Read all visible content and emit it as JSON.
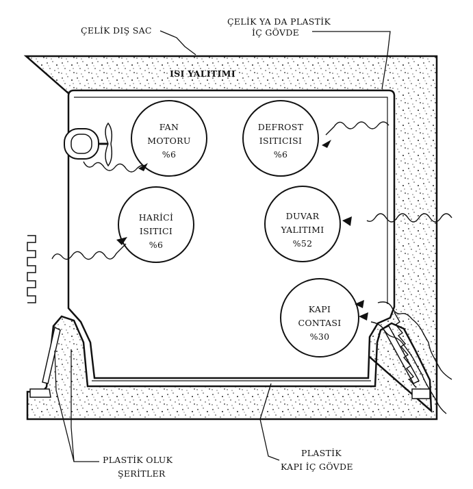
{
  "labels": {
    "outer_sheet": "ÇELİK DIŞ SAC",
    "inner_body_line1": "ÇELİK YA DA PLASTİK",
    "inner_body_line2": "İÇ GÖVDE",
    "insulation": "ISI YALITIMI",
    "gasket_strips_line1": "PLASTİK OLUK",
    "gasket_strips_line2": "ŞERİTLER",
    "door_inner_line1": "PLASTİK",
    "door_inner_line2": "KAPI İÇ GÖVDE"
  },
  "heat_sources": [
    {
      "id": "fan-motor",
      "line1": "FAN",
      "line2": "MOTORU",
      "percent": "%6"
    },
    {
      "id": "defrost-heater",
      "line1": "DEFROST",
      "line2": "ISITICISI",
      "percent": "%6"
    },
    {
      "id": "external-heater",
      "line1": "HARİCİ",
      "line2": "ISITICI",
      "percent": "%6"
    },
    {
      "id": "wall-insulation",
      "line1": "DUVAR",
      "line2": "YALITIMI",
      "percent": "%52"
    },
    {
      "id": "door-gasket",
      "line1": "KAPI",
      "line2": "CONTASI",
      "percent": "%30"
    }
  ],
  "colors": {
    "ink": "#111111",
    "paper": "#ffffff",
    "speckle": "#222222"
  }
}
